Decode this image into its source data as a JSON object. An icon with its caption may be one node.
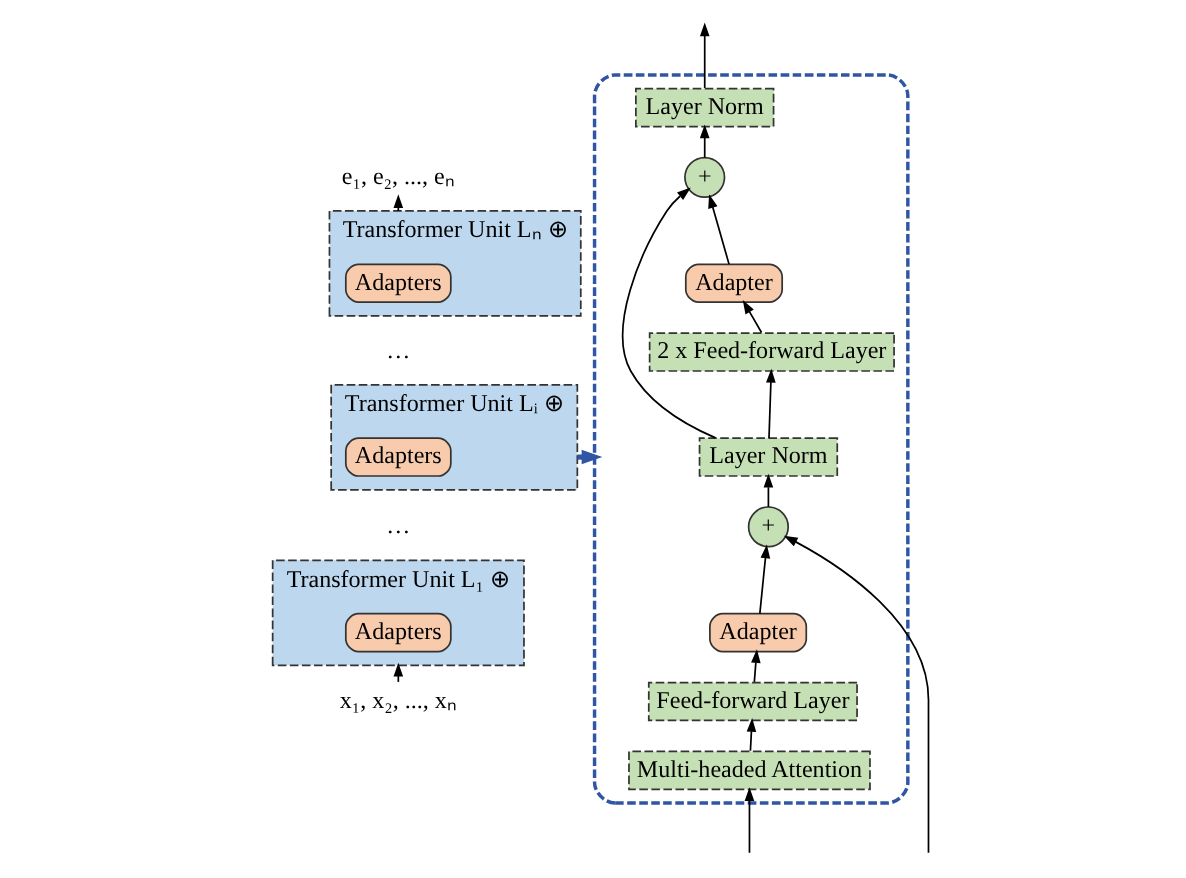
{
  "diagram": {
    "nodes": [
      {
        "text": [
          "e₁, e₂, ..., eₙ"
        ]
      },
      {
        "text": [
          "Transformer Unit Lₙ ⊕"
        ]
      },
      {
        "text": [
          "Adapters"
        ],
        "in": 1
      },
      {
        "text": [
          "Transformer Unit Lᵢ ⊕"
        ]
      },
      {
        "text": [
          "Adapters"
        ],
        "in": 3
      },
      {
        "text": [
          "Transformer Unit L₁ ⊕"
        ]
      },
      {
        "text": [
          "Adapters"
        ],
        "in": 5
      },
      {
        "text": [
          "x₁, x₂, ..., xₙ"
        ]
      },
      {
        "text": [],
        "shape": "box"
      },
      {
        "text": [
          "Layer Norm"
        ],
        "in": 8
      },
      {
        "text": [
          "+"
        ],
        "in": 8
      },
      {
        "text": [
          "Adapter"
        ],
        "in": 8
      },
      {
        "text": [
          "2 x Feed-forward Layer"
        ],
        "in": 8
      },
      {
        "text": [
          "Layer Norm"
        ],
        "in": 8
      },
      {
        "text": [
          "+"
        ],
        "in": 8
      },
      {
        "text": [
          "Adapter"
        ],
        "in": 8
      },
      {
        "text": [
          "Feed-forward Layer"
        ],
        "in": 8
      },
      {
        "text": [
          "Multi-headed Attention"
        ],
        "in": 8
      }
    ],
    "edges": [
      {
        "from": 7,
        "to": 5,
        "arrow": "to"
      },
      {
        "from": 1,
        "to": 0,
        "arrow": "to"
      },
      {
        "from": 3,
        "to": 8,
        "arrow": "to",
        "style": "thick",
        "color": "#2f55a4"
      },
      {
        "from": null,
        "to": 17,
        "arrow": "to"
      },
      {
        "from": 17,
        "to": 16,
        "arrow": "to"
      },
      {
        "from": 16,
        "to": 15,
        "arrow": "to"
      },
      {
        "from": 15,
        "to": 14,
        "arrow": "to"
      },
      {
        "from": null,
        "to": 14,
        "arrow": "to"
      },
      {
        "from": 14,
        "to": 13,
        "arrow": "to"
      },
      {
        "from": 13,
        "to": 12,
        "arrow": "to"
      },
      {
        "from": 12,
        "to": 11,
        "arrow": "to"
      },
      {
        "from": 11,
        "to": 10,
        "arrow": "to"
      },
      {
        "from": 13,
        "to": 10,
        "arrow": "to"
      },
      {
        "from": 10,
        "to": 9,
        "arrow": "to"
      },
      {
        "from": 9,
        "to": null,
        "arrow": "to"
      }
    ],
    "labels": [
      "…",
      "…"
    ]
  }
}
